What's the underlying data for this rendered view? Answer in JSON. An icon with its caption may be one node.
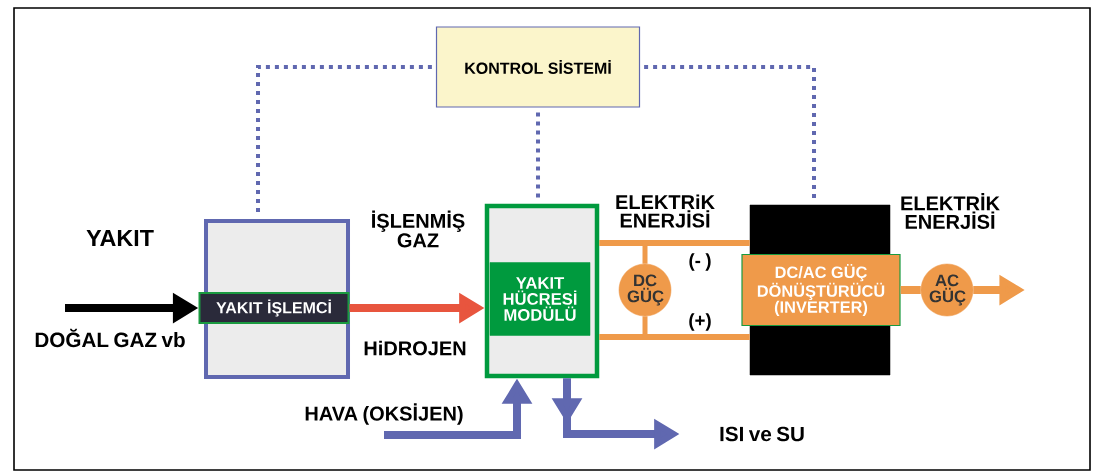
{
  "diagram": {
    "nodes": [
      {
        "text": [
          "KONTROL SİSTEMİ"
        ]
      },
      {
        "text": [],
        "shape": "box"
      },
      {
        "text": [
          "YAKIT İŞLEMCİ"
        ],
        "in": 1
      },
      {
        "text": [],
        "shape": "box"
      },
      {
        "text": [
          "YAKIT HÜCRESİ MODÜLÜ"
        ],
        "in": 3
      },
      {
        "text": [
          "DC GÜÇ"
        ]
      },
      {
        "text": [],
        "shape": "box"
      },
      {
        "text": [
          "DC/AC GÜÇ DÖNÜŞTÜRÜCÜ (INVERTER)"
        ],
        "in": 6
      },
      {
        "text": [
          "AC GÜÇ"
        ]
      },
      {
        "text": [
          "ISI ve SU"
        ]
      },
      {
        "text": [
          "HAVA (OKSİJEN)"
        ]
      }
    ],
    "edges": [
      {
        "from": null,
        "to": 2,
        "arrow": "to",
        "color": "#000000"
      },
      {
        "from": 2,
        "to": 3,
        "arrow": "to",
        "color": "#e8553e"
      },
      {
        "from": 0,
        "to": 1,
        "arrow": "none",
        "style": "dashed",
        "color": "#6068b0"
      },
      {
        "from": 0,
        "to": 3,
        "arrow": "none",
        "style": "dashed",
        "color": "#6068b0"
      },
      {
        "from": 0,
        "to": 6,
        "arrow": "none",
        "style": "dashed",
        "color": "#6068b0"
      },
      {
        "from": 3,
        "to": 6,
        "arrow": "none"
      },
      {
        "from": 3,
        "to": 6,
        "arrow": "none"
      },
      {
        "from": 5,
        "to": null,
        "arrow": "none"
      },
      {
        "from": 5,
        "to": null,
        "arrow": "none"
      },
      {
        "from": 7,
        "to": 8,
        "arrow": "none"
      },
      {
        "from": 8,
        "to": null,
        "arrow": "to"
      },
      {
        "from": 10,
        "to": 3,
        "arrow": "to",
        "color": "#6068b0"
      },
      {
        "from": 3,
        "to": 9,
        "arrow": "to",
        "color": "#6068b0"
      }
    ],
    "labels": [
      "YAKIT",
      "İŞLENMİŞ GAZ",
      "ELEKTRiK ENERJİSİ",
      "ELEKTRİK ENERJİSİ",
      "(- )",
      "DOĞAL GAZ vb",
      "(+)",
      "HiDROJEN"
    ]
  }
}
